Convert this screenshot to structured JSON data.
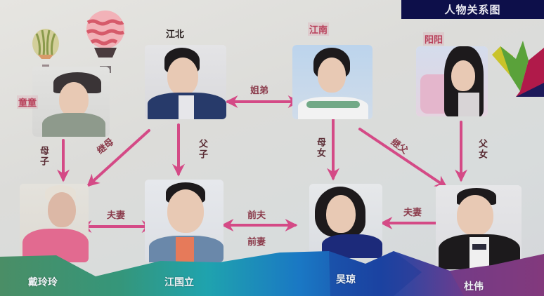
{
  "title": "人物关系图",
  "colors": {
    "title_bg": "#0d0f4a",
    "arrow": "#d44a86",
    "band_green": "#3f8a63",
    "band_teal": "#1fa3b0",
    "band_blue": "#1b4fb0",
    "band_purple": "#7a3a86"
  },
  "characters": {
    "tongtong": {
      "name": "童童",
      "position": "top-left"
    },
    "jiangbei": {
      "name": "江北",
      "position": "top-center-left"
    },
    "jiangnan": {
      "name": "江南",
      "position": "top-center-right"
    },
    "yangyang": {
      "name": "阳阳",
      "position": "top-right"
    },
    "linglingling": {
      "name": "戴玲玲",
      "position": "bottom-left"
    },
    "jiangguoli": {
      "name": "江国立",
      "position": "bottom-center-left"
    },
    "wuqiong": {
      "name": "吴琼",
      "position": "bottom-center-right"
    },
    "duwei": {
      "name": "杜伟",
      "position": "bottom-right"
    }
  },
  "relations": [
    {
      "from": "江北",
      "to": "江南",
      "label": "姐弟",
      "type": "bidirectional"
    },
    {
      "from": "童童",
      "to": "戴玲玲",
      "label": "母子",
      "type": "down"
    },
    {
      "from": "江北",
      "to": "戴玲玲",
      "label": "继母",
      "type": "diagonal"
    },
    {
      "from": "江北",
      "to": "江国立",
      "label": "父子",
      "type": "down"
    },
    {
      "from": "江南",
      "to": "吴琼",
      "label": "母女",
      "type": "down"
    },
    {
      "from": "江南",
      "to": "杜伟",
      "label": "继父",
      "type": "diagonal"
    },
    {
      "from": "阳阳",
      "to": "杜伟",
      "label": "父女",
      "type": "down"
    },
    {
      "from": "戴玲玲",
      "to": "江国立",
      "label": "夫妻",
      "type": "bidirectional"
    },
    {
      "from": "江国立",
      "to": "吴琼",
      "label_top": "前夫",
      "label_bottom": "前妻",
      "type": "bidirectional"
    },
    {
      "from": "吴琼",
      "to": "杜伟",
      "label": "夫妻",
      "type": "bidirectional"
    }
  ]
}
